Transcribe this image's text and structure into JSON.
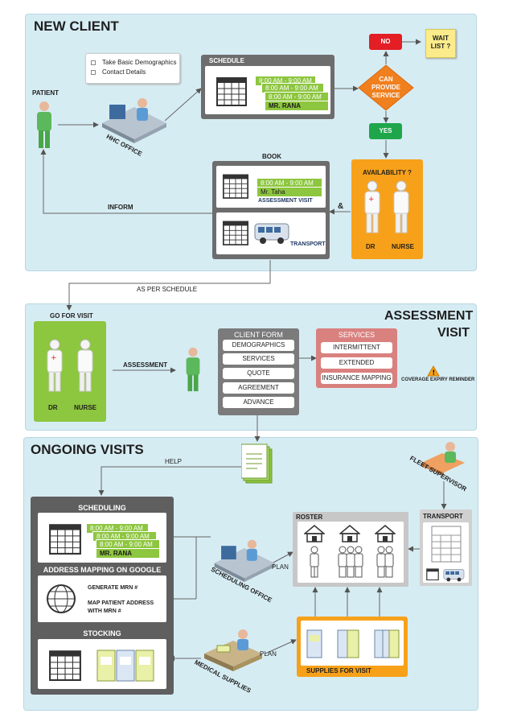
{
  "new_client": {
    "title": "NEW CLIENT",
    "demographics_items": [
      "Take Basic Demographics",
      "Contact Details"
    ],
    "patient_label": "PATIENT",
    "office_label": "HHC OFFICE",
    "schedule_label": "SCHEDULE",
    "schedule_slots": [
      "8:00 AM - 9:00 AM",
      "8:00 AM - 9:00 AM",
      "8:00 AM - 9:00 AM"
    ],
    "schedule_name": "MR. RANA",
    "decision": "CAN PROVIDE SERVICE",
    "no_label": "NO",
    "yes_label": "YES",
    "wait_list": "WAIT LIST ?",
    "availability_label": "AVAILABILITY ?",
    "dr_label": "DR",
    "nurse_label": "NURSE",
    "book_label": "BOOK",
    "booking_slot": "8:00 AM - 9:00 AM",
    "booking_name": "Mr. Taha",
    "assessment_visit_label": "ASSESSMENT VISIT",
    "transport_label": "TRANSPORT",
    "inform_label": "INFORM",
    "and_label": "&"
  },
  "as_per_schedule": "AS PER SCHEDULE",
  "assessment": {
    "title_line1": "ASSESSMENT",
    "title_line2": "VISIT",
    "go_for_visit": "GO FOR VISIT",
    "dr_label": "DR",
    "nurse_label": "NURSE",
    "assessment_label": "ASSESSMENT",
    "client_form_title": "CLIENT FORM",
    "client_form_items": [
      "DEMOGRAPHICS",
      "SERVICES",
      "QUOTE",
      "AGREEMENT",
      "ADVANCE"
    ],
    "services_title": "SERVICES",
    "services_items": [
      "INTERMITTENT",
      "EXTENDED",
      "INSURANCE MAPPING"
    ],
    "coverage_reminder": "COVERAGE EXPIRY REMINDER"
  },
  "ongoing": {
    "title": "ONGOING VISITS",
    "help_label": "HELP",
    "fleet_supervisor": "FLEET SUPERVISOR",
    "transport_label": "TRANSPORT",
    "scheduling_title": "SCHEDULING",
    "schedule_slots": [
      "8:00 AM - 9:00 AM",
      "8:00 AM - 9:00 AM",
      "8:00 AM - 9:00 AM"
    ],
    "schedule_name": "MR. RANA",
    "address_title": "ADDRESS MAPPING ON GOOGLE",
    "generate_mrn": "GENERATE MRN #",
    "map_patient_line1": "MAP PATIENT ADDRESS",
    "map_patient_line2": "WITH MRN #",
    "stocking_title": "STOCKING",
    "scheduling_office": "SCHEDULING OFFICE",
    "plan_label": "PLAN",
    "roster_label": "ROSTER",
    "supplies_label": "SUPPLIES FOR VISIT",
    "medical_supplies": "MEDICAL SUPPLIES",
    "plan_label_2": "PLAN"
  },
  "colors": {
    "panel": "#d6ecf3",
    "green": "#8dc63f",
    "orange": "#f7a11a",
    "gray": "#6d6d6d",
    "red": "#e31e24",
    "services": "#d9817f"
  }
}
